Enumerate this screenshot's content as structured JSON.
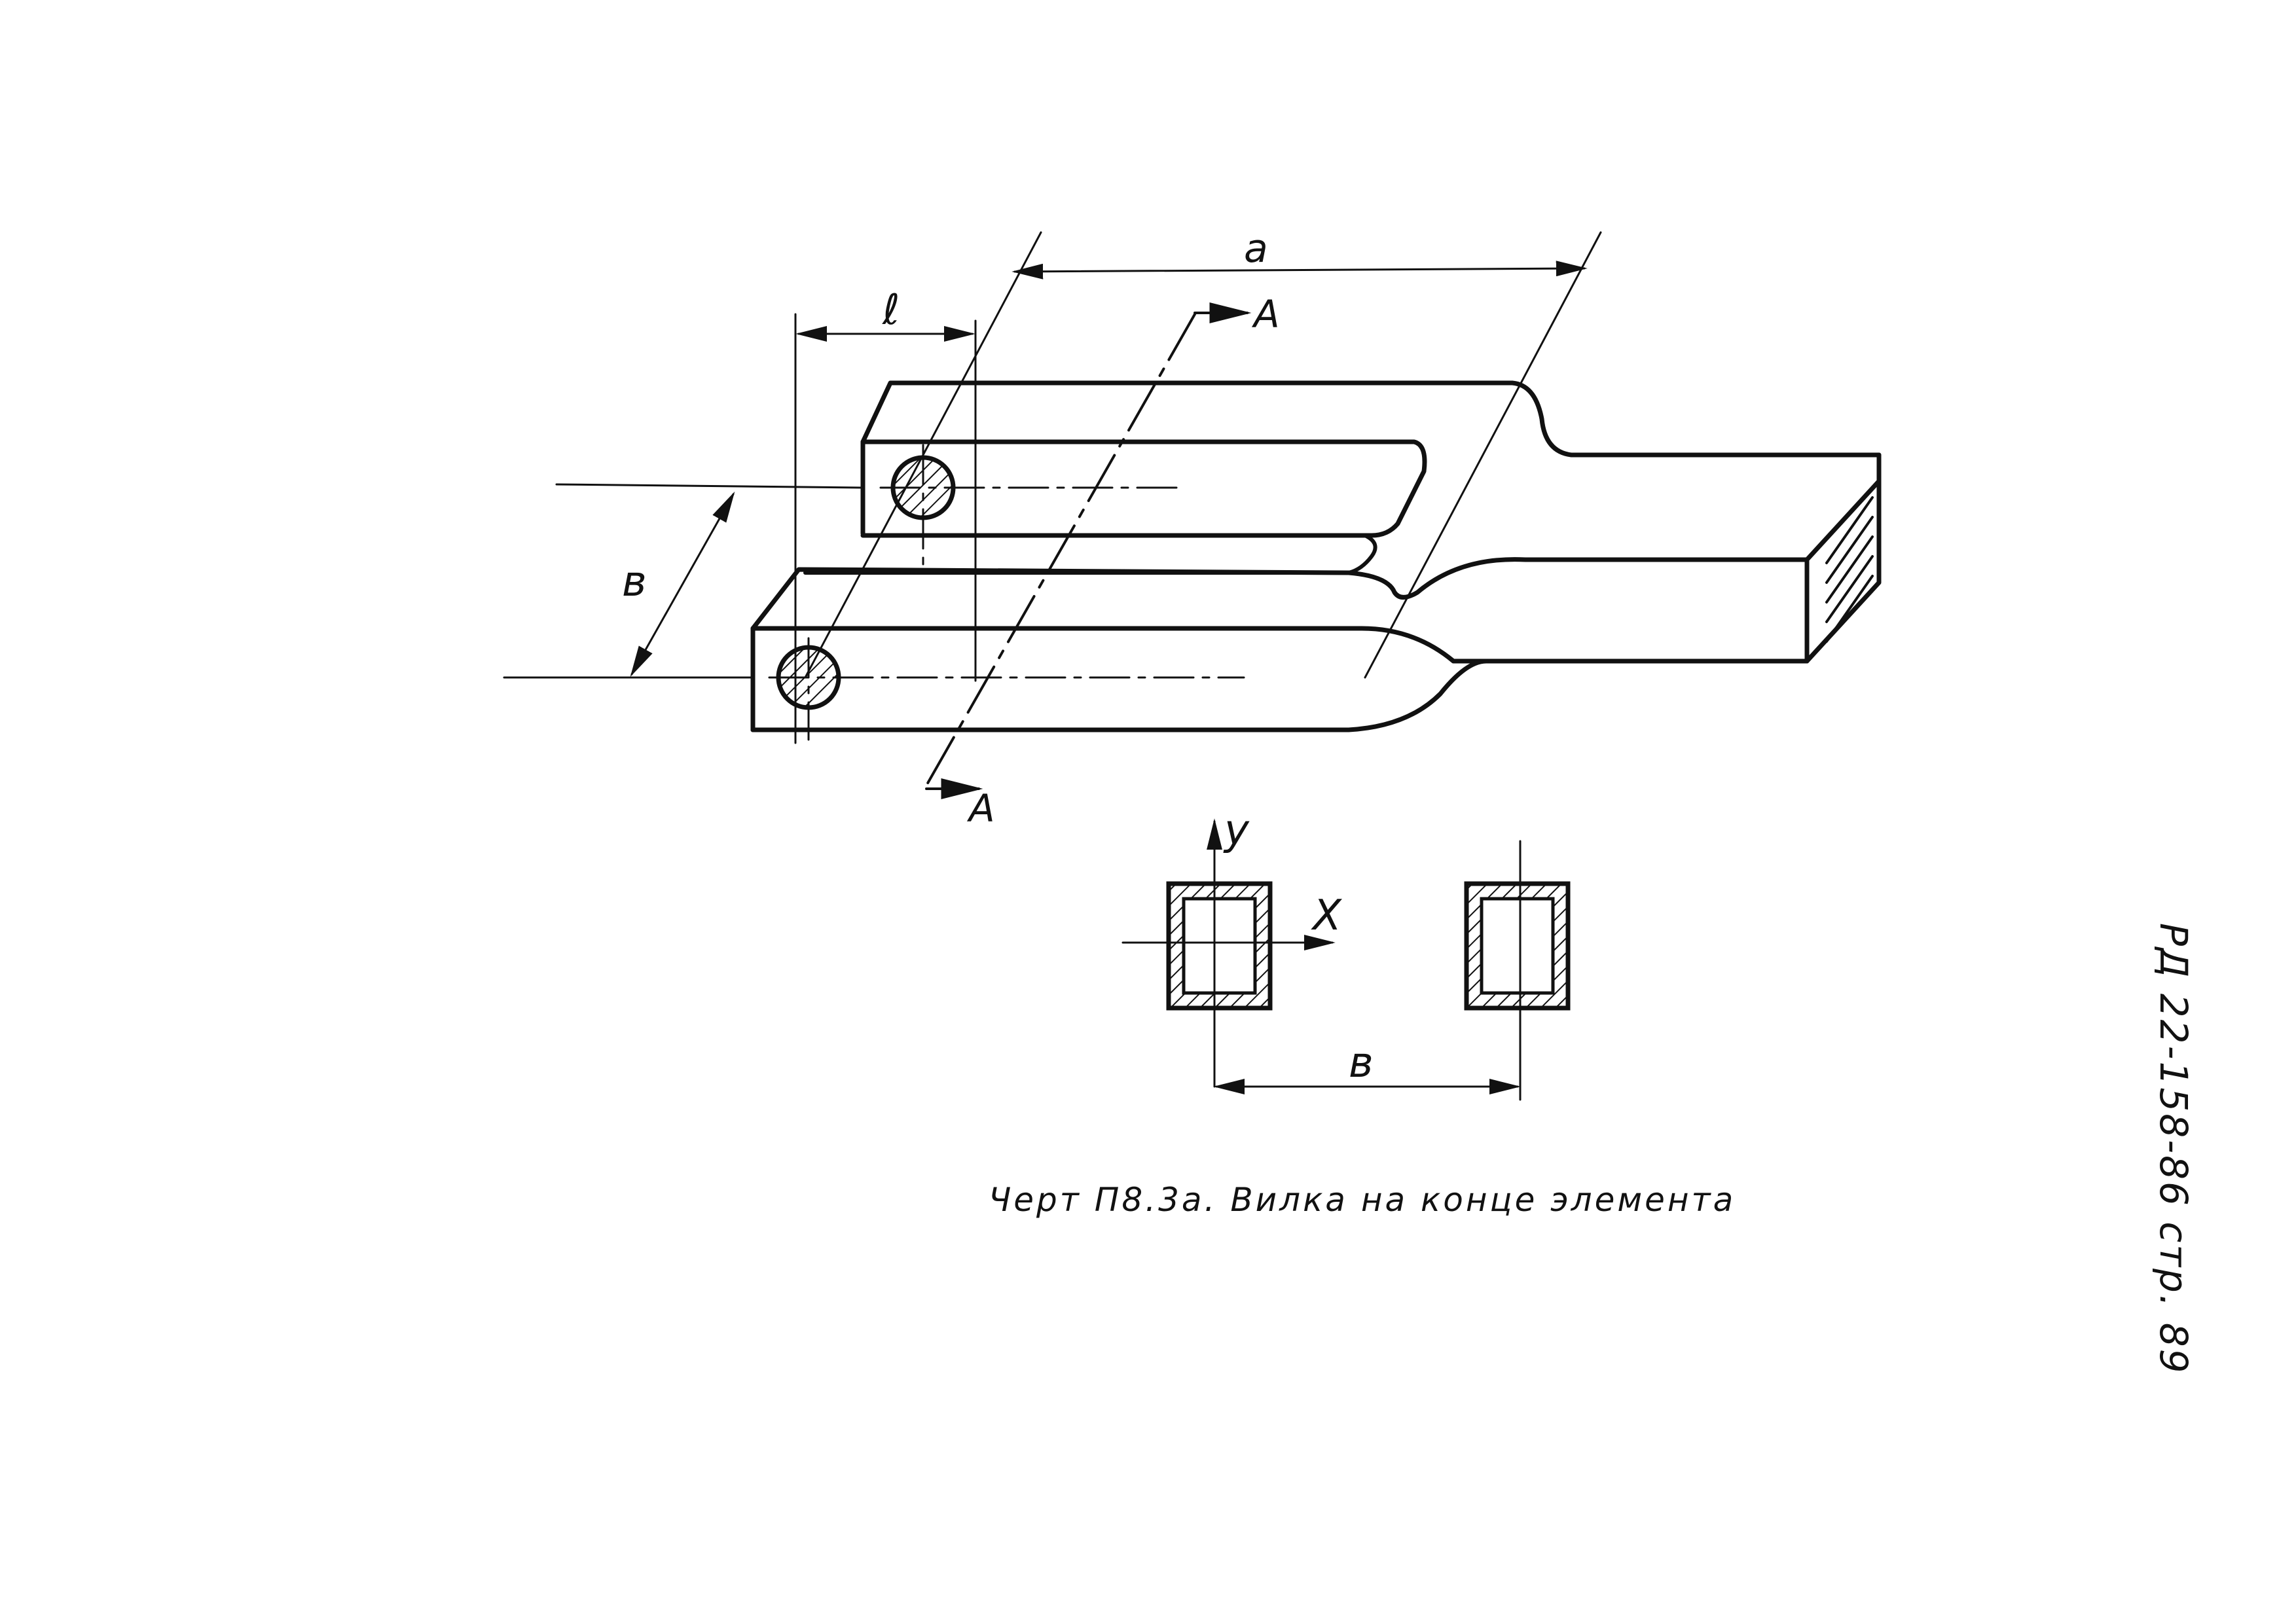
{
  "drawing": {
    "label_a": "a",
    "label_l": "ℓ",
    "label_b_top": "в",
    "label_b_bottom": "в",
    "section_mark_top": "A",
    "section_mark_bottom": "A",
    "axis_y": "y",
    "axis_x": "X"
  },
  "caption": "Черт П8.3а. Вилка на конце элемента",
  "page_stamp": "РД 22-158-86   стр. 89",
  "colors": {
    "ink": "#111111",
    "paper": "#ffffff"
  }
}
